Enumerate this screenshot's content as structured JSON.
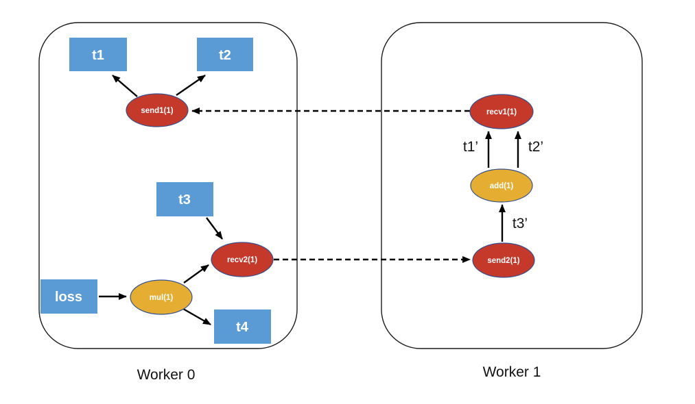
{
  "colors": {
    "tensor_blue": "#5B9BD5",
    "op_red": "#C5392B",
    "op_gold": "#E5AE32",
    "node_border": "#35508F",
    "box_border": "#1a1a1a",
    "arrow_black": "#000000"
  },
  "worker0": {
    "label": "Worker 0",
    "tensors": {
      "t1": "t1",
      "t2": "t2",
      "t3": "t3",
      "t4": "t4",
      "loss": "loss"
    },
    "ops": {
      "send1": "send1(1)",
      "recv2": "recv2(1)",
      "mul": "mul(1)"
    }
  },
  "worker1": {
    "label": "Worker 1",
    "ops": {
      "recv1": "recv1(1)",
      "add": "add(1)",
      "send2": "send2(1)"
    },
    "edge_labels": {
      "t1_prime": "t1’",
      "t2_prime": "t2’",
      "t3_prime": "t3’"
    }
  }
}
